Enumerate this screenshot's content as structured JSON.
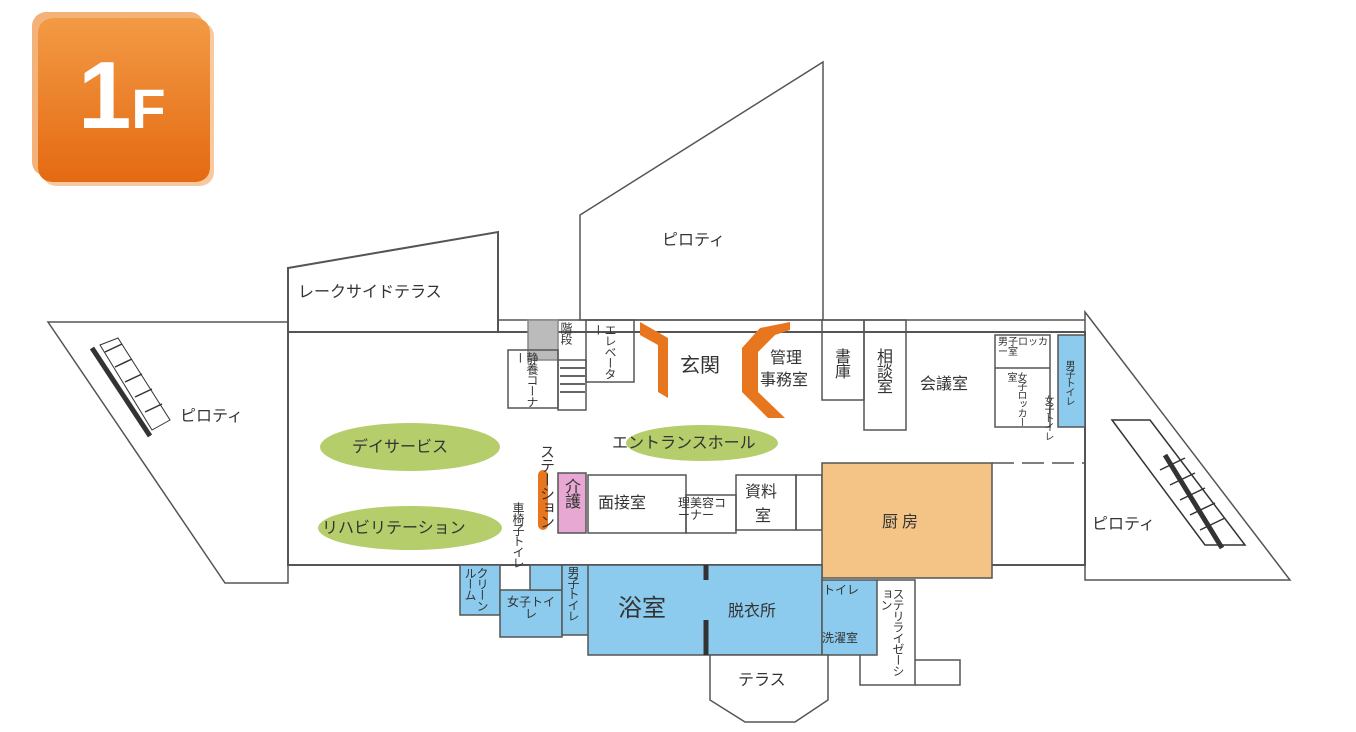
{
  "badge": {
    "floor_number": "1",
    "floor_suffix": "F"
  },
  "colors": {
    "accent": "#e8761e",
    "bath": "#8ccbed",
    "kitchen": "#f3c486",
    "green": "#b5cd6b",
    "care": "#e7a9d4"
  },
  "rooms": {
    "lakeside_terrace": "レークサイドテラス",
    "piloti_top": "ピロティ",
    "piloti_left": "ピロティ",
    "piloti_right": "ピロティ",
    "stairs": "階段",
    "elevator": "エレベーター",
    "rest_corner": "静養コーナー",
    "entrance": "玄関",
    "admin_office_1": "管理",
    "admin_office_2": "事務室",
    "archive": "書庫",
    "consult": "相談室",
    "meeting": "会議室",
    "male_locker": "男子ロッカー室",
    "female_locker": "女子ロッカー室",
    "male_toilet_right": "男子トイレ",
    "female_toilet_right": "女子トイレ",
    "day_service": "デイサービス",
    "rehab": "リハビリテーション",
    "entrance_hall": "エントランスホール",
    "station": "ステーション",
    "care": "介護",
    "interview": "面接室",
    "barber": "理美容コーナー",
    "documents_1": "資料",
    "documents_2": "室",
    "kitchen": "厨房",
    "wheelchair_toilet": "車椅子トイレ",
    "clean_room": "クリーンルーム",
    "female_toilet": "女子トイレ",
    "male_toilet": "男子トイレ",
    "bath": "浴室",
    "dressing": "脱衣所",
    "toilet": "トイレ",
    "laundry": "洗濯室",
    "sterilization": "ステリライゼーション",
    "terrace": "テラス"
  }
}
